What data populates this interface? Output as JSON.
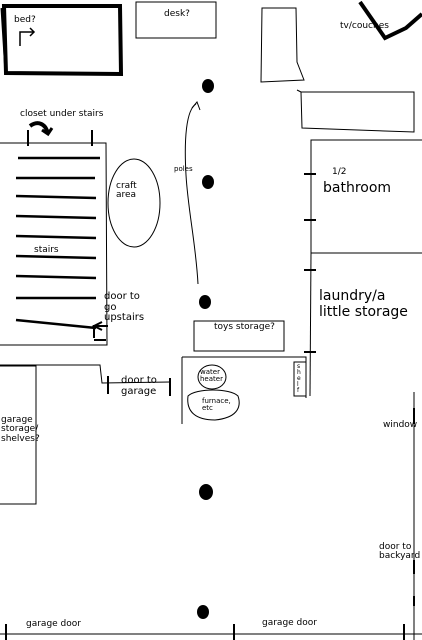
{
  "plan": {
    "labels": {
      "bed": "bed?",
      "desk": "desk?",
      "tv": "tv/couches",
      "closet": "closet under stairs",
      "poles": "poles",
      "craft": "craft\narea",
      "half": "1/2",
      "bathroom": "bathroom",
      "stairs": "stairs",
      "door_up": "door to\ngo\nupstairs",
      "laundry": "laundry/a\nlittle storage",
      "toys": "toys storage?",
      "water": "water\nheater",
      "shelf": "s\nh\ne\nl\nf",
      "door_garage": "door to\ngarage",
      "furnace": "furnace,\netc",
      "garage_storage": "garage\nstorage/\nshelves?",
      "window": "window",
      "door_backyard": "door to\nbackyard",
      "garage_door_left": "garage door",
      "garage_door_right": "garage door"
    }
  }
}
